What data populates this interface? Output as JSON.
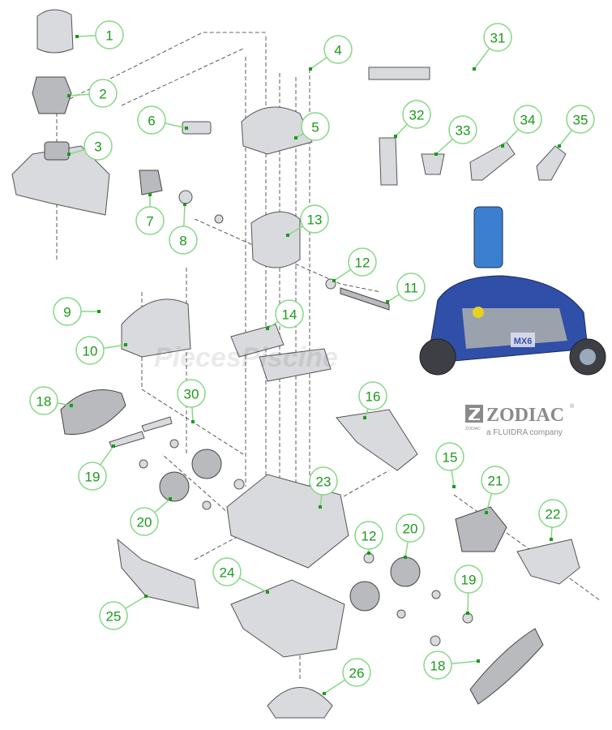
{
  "diagram": {
    "title": "Zodiac MX6 exploded parts diagram",
    "callouts": [
      "1",
      "2",
      "3",
      "4",
      "5",
      "6",
      "7",
      "8",
      "9",
      "10",
      "11",
      "12",
      "13",
      "14",
      "15",
      "16",
      "18",
      "19",
      "20",
      "21",
      "22",
      "23",
      "24",
      "25",
      "26",
      "30",
      "31",
      "32",
      "33",
      "34",
      "35",
      "12",
      "20",
      "19",
      "18"
    ],
    "product_badge": "MX6",
    "watermark": "PiecesPiscine",
    "brand": {
      "name": "ZODIAC",
      "registered": "®",
      "tagline": "a FLUIDRA company",
      "small_mark": "ZODIAC"
    },
    "colors": {
      "callout_stroke": "#86d886",
      "callout_text": "#1a9a1a",
      "robot_blue": "#2f4fa8",
      "robot_accent": "#3aa0e0"
    }
  }
}
